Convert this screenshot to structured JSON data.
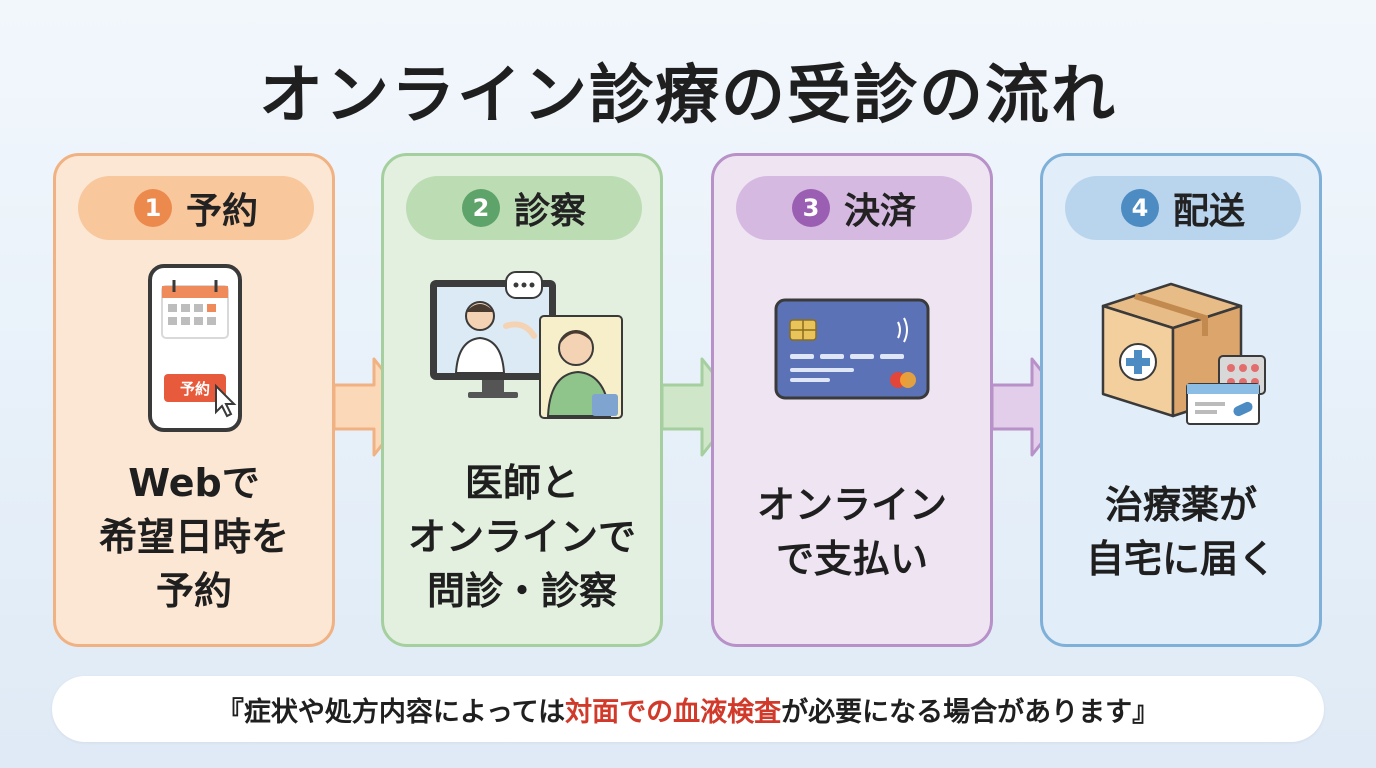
{
  "title": "オンライン診療の受診の流れ",
  "steps": [
    {
      "num": "1",
      "label": "予約",
      "icon": "smartphone-calendar-icon",
      "button_text": "予約",
      "desc": [
        "Webで",
        "希望日時を",
        "予約"
      ]
    },
    {
      "num": "2",
      "label": "診察",
      "icon": "video-consultation-icon",
      "desc": [
        "医師と",
        "オンラインで",
        "問診・診察"
      ]
    },
    {
      "num": "3",
      "label": "決済",
      "icon": "credit-card-icon",
      "desc": [
        "オンライン",
        "で支払い"
      ]
    },
    {
      "num": "4",
      "label": "配送",
      "icon": "medicine-package-icon",
      "desc": [
        "治療薬が",
        "自宅に届く"
      ]
    }
  ],
  "note": {
    "before": "『症状や処方内容によっては",
    "highlight": "対面での血液検査",
    "after": "が必要になる場合があります』"
  },
  "colors": {
    "step1": "#f0b283",
    "step2": "#a6cf9f",
    "step3": "#b791c8",
    "step4": "#7fb0d8",
    "highlight": "#d13a2b"
  }
}
